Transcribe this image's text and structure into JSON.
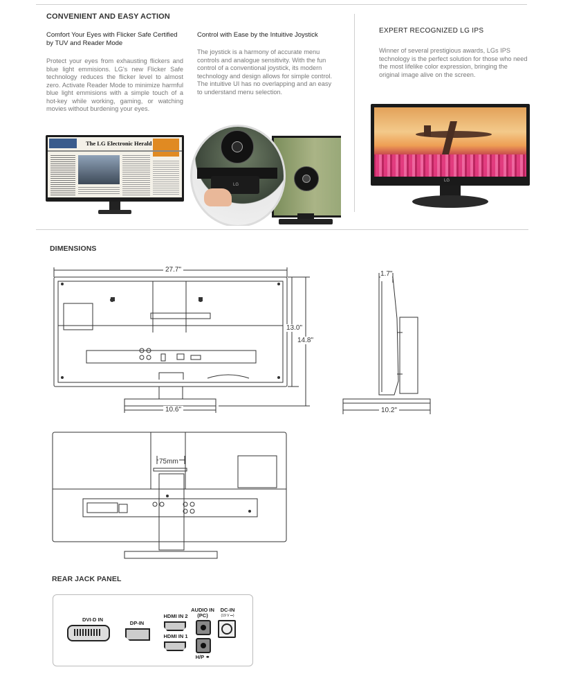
{
  "features": {
    "heading": "CONVENIENT AND EASY ACTION",
    "col1": {
      "title": "Comfort Your Eyes with Flicker Safe Certified by TUV and Reader Mode",
      "text": "Protect your eyes from exhausting flickers and blue light emmisions. LG's new Flicker Safe technology reduces the flicker level to almost zero. Activate Reader Mode to minimize harmful blue light emmisions with a simple touch of a hot-key while working, gaming, or watching movies without burdening your eyes."
    },
    "col2": {
      "title": "Control with Ease by the Intuitive Joystick",
      "text": "The joystick is a harmony of accurate menu controls and analogue sensitivity. With the fun control of a conventional joystick, its modern technology and design allows for simple control. The intuitive UI has no overlapping and an easy to understand menu selection."
    },
    "col3": {
      "title": "EXPERT RECOGNIZED LG IPS",
      "text": "Winner of several prestigious awards, LGs IPS technology is the perfect solution for those who need the most lifelike color expression, bringing the original image alive on the screen."
    },
    "newspaper_title": "The LG Electronic Herald",
    "monitor_brand": "LG"
  },
  "dimensions": {
    "heading": "DIMENSIONS",
    "width": "27.7\"",
    "height_panel": "13.0\"",
    "height_total": "14.8\"",
    "stand_width": "10.6\"",
    "depth_panel": "1.7\"",
    "depth_stand": "10.2\"",
    "vesa": "75mm"
  },
  "jack_panel": {
    "heading": "REAR JACK PANEL",
    "dvi": "DVI-D IN",
    "dp": "DP-IN",
    "hdmi2": "HDMI IN 2",
    "hdmi1": "HDMI IN 1",
    "audio_in": "AUDIO IN",
    "audio_in_sub": "(PC)",
    "hp": "H/P",
    "dc_in": "DC-IN",
    "dc_rating": "(19 V ⎓)"
  }
}
